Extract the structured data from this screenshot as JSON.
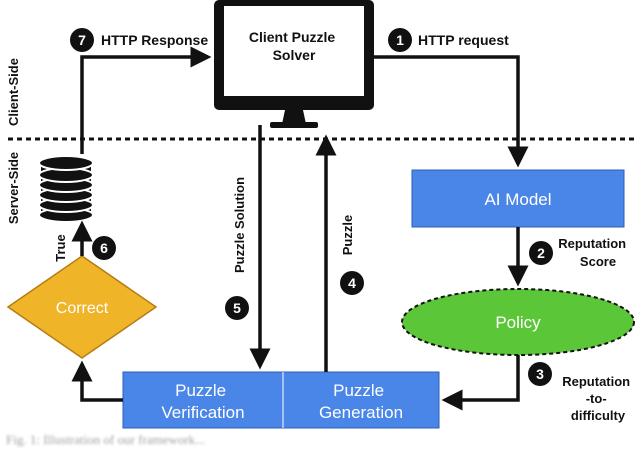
{
  "side_labels": {
    "client": "Client-Side",
    "server": "Server-Side"
  },
  "nodes": {
    "client_solver": [
      "Client Puzzle",
      "Solver"
    ],
    "ai_model": "AI Model",
    "policy": "Policy",
    "puzzle_generation": [
      "Puzzle",
      "Generation"
    ],
    "puzzle_verification": [
      "Puzzle",
      "Verification"
    ],
    "correct": "Correct"
  },
  "steps": {
    "s1": {
      "number": "1",
      "label": [
        "HTTP request"
      ]
    },
    "s2": {
      "number": "2",
      "label": [
        "Reputation",
        "Score"
      ]
    },
    "s3": {
      "number": "3",
      "label": [
        "Reputation",
        "-to-",
        "difficulty"
      ]
    },
    "s4": {
      "number": "4",
      "label": [
        "Puzzle"
      ]
    },
    "s5": {
      "number": "5",
      "label": [
        "Puzzle Solution"
      ]
    },
    "s6": {
      "number": "6",
      "label": [
        "True"
      ]
    },
    "s7": {
      "number": "7",
      "label": [
        "HTTP Response"
      ]
    }
  },
  "icons": [
    "monitor-icon",
    "database-icon"
  ],
  "colors": {
    "box_blue": "#4a86e8",
    "policy_green": "#5cc639",
    "correct_yellow": "#f0b429",
    "arrow": "#111111"
  },
  "caption": "Fig. 1: Illustration of our framework..."
}
